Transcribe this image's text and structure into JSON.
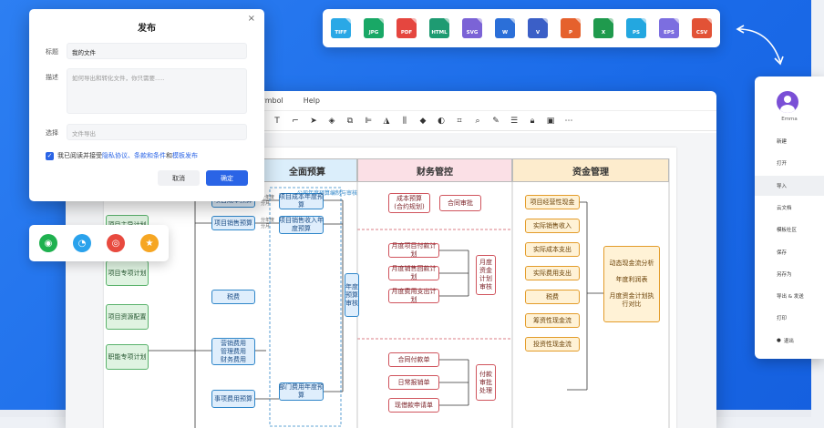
{
  "formats": [
    {
      "label": "TIFF",
      "color": "#2aa8e6"
    },
    {
      "label": "JPG",
      "color": "#19a866"
    },
    {
      "label": "PDF",
      "color": "#e5463f"
    },
    {
      "label": "HTML",
      "color": "#1e9b72"
    },
    {
      "label": "SVG",
      "color": "#7b63d6"
    },
    {
      "label": "W",
      "color": "#2b6fd8"
    },
    {
      "label": "V",
      "color": "#3b5fc7"
    },
    {
      "label": "P",
      "color": "#e5612d"
    },
    {
      "label": "X",
      "color": "#1f9a4d"
    },
    {
      "label": "PS",
      "color": "#23a7e0"
    },
    {
      "label": "EPS",
      "color": "#7c6ee0"
    },
    {
      "label": "CSV",
      "color": "#e25236"
    }
  ],
  "dialog": {
    "title": "发布",
    "close": "×",
    "title_label": "标题",
    "title_value": "我的文件",
    "desc_label": "描述",
    "desc_placeholder": "如何导出和转化文件，你只需要.....",
    "choose_label": "选择",
    "choose_placeholder": "文件导出",
    "agree_prefix": "我已阅读并接受",
    "agree_link1": "隐私协议、条款和条件",
    "agree_and": "和",
    "agree_link2": "模板发布",
    "cancel": "取消",
    "confirm": "确定"
  },
  "menubar": {
    "symbol": "ymbol",
    "help": "Help"
  },
  "sidebar": {
    "user": "Emma",
    "items": [
      "新建",
      "打开",
      "导入",
      "云文档",
      "模板社区",
      "保存",
      "另存为",
      "导出 & 发送",
      "打印",
      "退出"
    ],
    "active_index": 2,
    "exit_bullet": "●"
  },
  "diagram": {
    "headers": [
      "全面预算",
      "财务管控",
      "资金管理"
    ],
    "note": "公司年度预算编制与审核",
    "left_nodes": [
      "项目主导计划",
      "项目专项计划",
      "项目资源配置",
      "职能专项计划"
    ],
    "mid_nodes": [
      "项目成本预算",
      "项目销售预算",
      "税费",
      "营销费用\n管理费用\n财务费用",
      "事项费用预算"
    ],
    "mid2_nodes": [
      "项目成本年度预\n算",
      "项目销售收入年\n度预算",
      "部门费用年度预\n算"
    ],
    "tiny_labels": [
      "分年度\n分月",
      "分年度\n分月"
    ],
    "review": "年度\n预算\n审核",
    "fin_top": [
      "成本预算\n(合约规划)",
      "合同审批"
    ],
    "fin_mid": [
      "月度项目付款计划",
      "月度销售回款计划",
      "月度费用支出计划"
    ],
    "fin_mid_right": "月度\n资金\n计划\n审核",
    "fin_bot": [
      "合同付款单",
      "日常报销单",
      "现借款申请单"
    ],
    "fin_bot_right": "付款\n审批\n处理",
    "fund_left": [
      "项目经营性现金",
      "实际销售收入",
      "实际成本支出",
      "实际费用支出",
      "税费",
      "筹资性现金流",
      "投资性现金流"
    ],
    "fund_right": "动态现金流分析\n\n年度利润表\n\n月度资金计划执\n行对比"
  }
}
